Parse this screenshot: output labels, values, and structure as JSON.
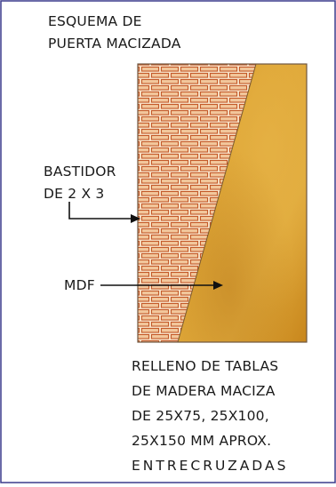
{
  "title": {
    "line1": "ESQUEMA DE",
    "line2": "PUERTA MACIZADA"
  },
  "labels": {
    "bastidor_line1": "BASTIDOR",
    "bastidor_line2": "DE 2 X 3",
    "mdf": "MDF"
  },
  "note": {
    "line1": "RELLENO DE TABLAS",
    "line2": "DE MADERA MACIZA",
    "line3": "DE 25X75, 25X100,",
    "line4": "25X150 MM APROX.",
    "line5": "ENTRECRUZADAS"
  },
  "colors": {
    "frame_border": "#3a3a8c",
    "brick_fill": "#f2c79c",
    "mortar": "#f8e2c8",
    "brick_stroke": "#c45a2a",
    "wood_light": "#e0a83a",
    "wood_dark": "#b87818",
    "arrow": "#111111"
  }
}
